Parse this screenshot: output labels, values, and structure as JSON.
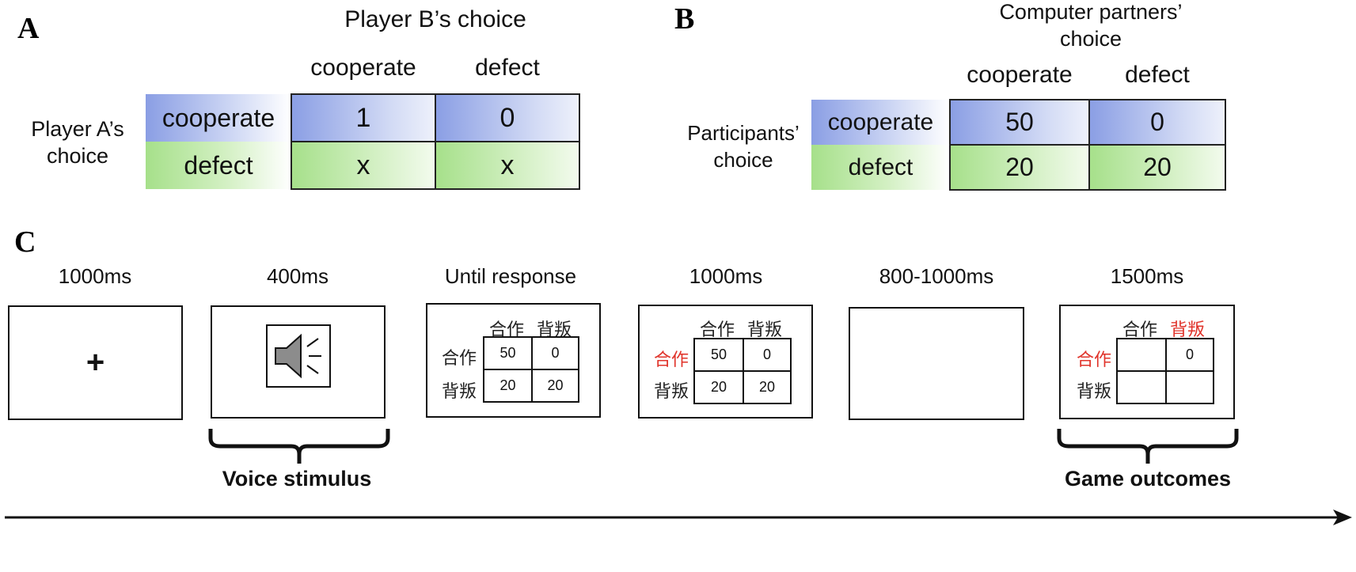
{
  "panel_a": {
    "letter": "A",
    "col_title": "Player B’s choice",
    "row_title": "Player A’s choice",
    "col_labels": [
      "cooperate",
      "defect"
    ],
    "row_labels": [
      "cooperate",
      "defect"
    ],
    "cells": [
      [
        "1",
        "0"
      ],
      [
        "x",
        "x"
      ]
    ]
  },
  "panel_b": {
    "letter": "B",
    "col_title": "Computer partners’ choice",
    "row_title": "Participants’ choice",
    "col_labels": [
      "cooperate",
      "defect"
    ],
    "row_labels": [
      "cooperate",
      "defect"
    ],
    "cells": [
      [
        "50",
        "0"
      ],
      [
        "20",
        "20"
      ]
    ]
  },
  "panel_c": {
    "letter": "C",
    "steps": [
      {
        "time": "1000ms",
        "content": "+"
      },
      {
        "time": "400ms",
        "icon": "speaker-icon"
      },
      {
        "time": "Until response",
        "col_labels": [
          "合作",
          "背叛"
        ],
        "row_labels": [
          "合作",
          "背叛"
        ],
        "cells": [
          [
            "50",
            "0"
          ],
          [
            "20",
            "20"
          ]
        ]
      },
      {
        "time": "1000ms",
        "col_labels": [
          "合作",
          "背叛"
        ],
        "row_labels": [
          "合作",
          "背叛"
        ],
        "cells": [
          [
            "50",
            "0"
          ],
          [
            "20",
            "20"
          ]
        ]
      },
      {
        "time": "800-1000ms"
      },
      {
        "time": "1500ms",
        "col_labels": [
          "合作",
          "背叛"
        ],
        "row_labels": [
          "合作",
          "背叛"
        ],
        "cells": [
          [
            "",
            "0"
          ],
          [
            "",
            ""
          ]
        ]
      }
    ],
    "brace_labels": [
      "Voice stimulus",
      "Game outcomes"
    ]
  },
  "colors": {
    "blue": "#8a9ee4",
    "green": "#a6e08a",
    "highlight_red": "#e0332a",
    "speaker_gray": "#8c8c8c"
  }
}
